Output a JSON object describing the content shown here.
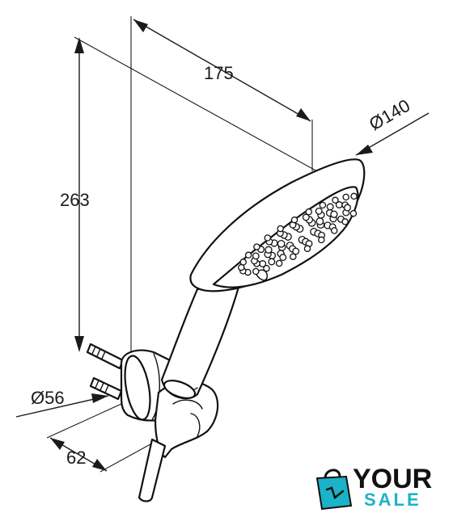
{
  "drawing": {
    "dimensions": {
      "width_175": "175",
      "height_263": "263",
      "head_diameter": "140",
      "holder_diameter": "56",
      "holder_depth": "62",
      "diameter_symbol": "Ø"
    }
  },
  "watermark": {
    "line1": "YOUR",
    "line2": "SALE",
    "accent_color": "#1ab3c8",
    "icon": "shopping-bag-icon"
  }
}
